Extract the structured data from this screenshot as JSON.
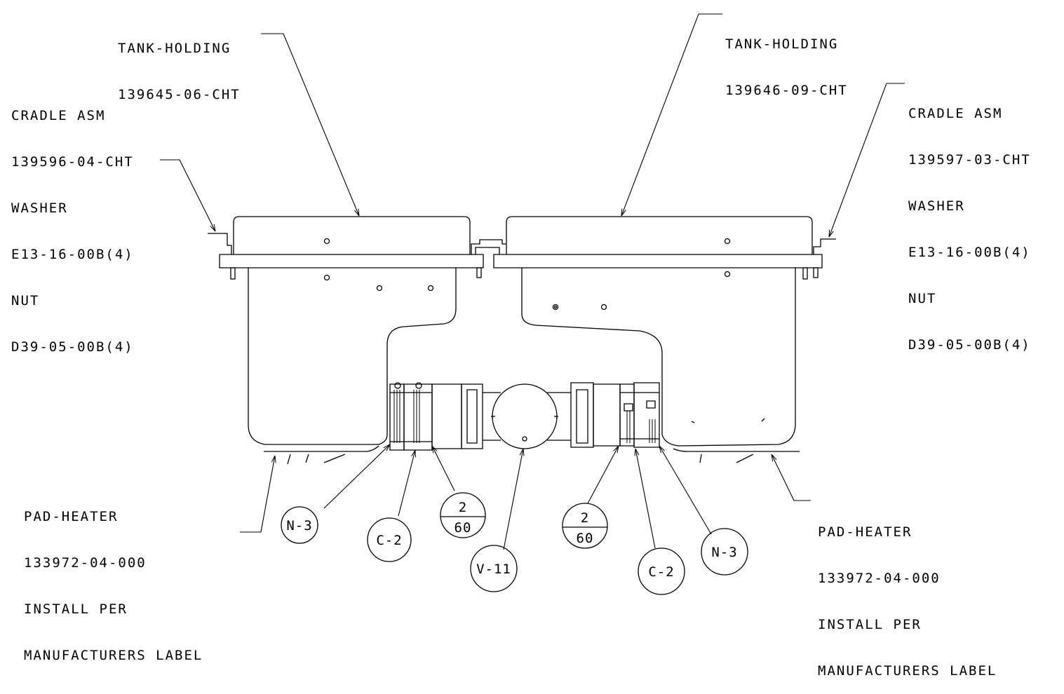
{
  "callouts": {
    "tank_left": [
      "TANK-HOLDING",
      "139645-06-CHT"
    ],
    "tank_right": [
      "TANK-HOLDING",
      "139646-09-CHT"
    ],
    "cradle_left": [
      "CRADLE ASM",
      "139596-04-CHT",
      "WASHER",
      "E13-16-00B(4)",
      "NUT",
      "D39-05-00B(4)"
    ],
    "cradle_right": [
      "CRADLE ASM",
      "139597-03-CHT",
      "WASHER",
      "E13-16-00B(4)",
      "NUT",
      "D39-05-00B(4)"
    ],
    "pad_left": [
      "PAD-HEATER",
      "133972-04-000",
      "INSTALL PER",
      "MANUFACTURERS LABEL"
    ],
    "pad_right": [
      "PAD-HEATER",
      "133972-04-000",
      "INSTALL PER",
      "MANUFACTURERS LABEL"
    ]
  },
  "bubbles": {
    "n3_left": "N-3",
    "c2_left": "C-2",
    "qty_left_top": "2",
    "qty_left_bottom": "60",
    "v11": "V-11",
    "qty_right_top": "2",
    "qty_right_bottom": "60",
    "c2_right": "C-2",
    "n3_right": "N-3"
  }
}
